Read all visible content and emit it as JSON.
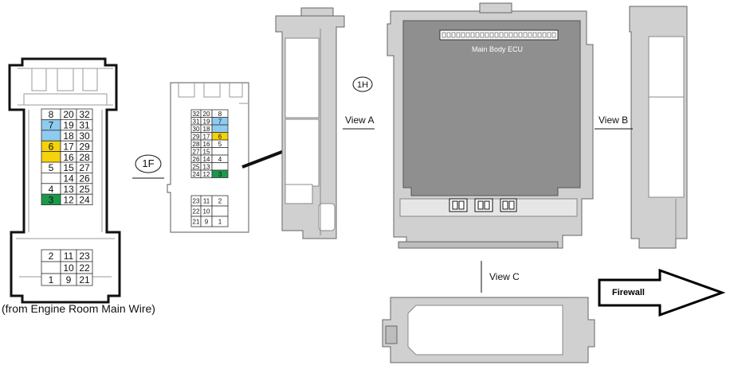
{
  "colors": {
    "yellow": "#f5d20a",
    "blue": "#8ecbf0",
    "green": "#1a9a4a",
    "gray_fill": "#d0d0d0",
    "ecu_fill": "#8f8f8f",
    "black": "#000000"
  },
  "connector_large": {
    "pins_top": [
      {
        "n": "8",
        "color": ""
      },
      {
        "n": "20",
        "color": ""
      },
      {
        "n": "32",
        "color": ""
      },
      {
        "n": "7",
        "color": "blue"
      },
      {
        "n": "19",
        "color": ""
      },
      {
        "n": "31",
        "color": ""
      },
      {
        "n": "",
        "color": "blue"
      },
      {
        "n": "18",
        "color": ""
      },
      {
        "n": "30",
        "color": ""
      },
      {
        "n": "6",
        "color": "yellow"
      },
      {
        "n": "17",
        "color": ""
      },
      {
        "n": "29",
        "color": ""
      },
      {
        "n": "",
        "color": "yellow"
      },
      {
        "n": "16",
        "color": ""
      },
      {
        "n": "28",
        "color": ""
      },
      {
        "n": "5",
        "color": ""
      },
      {
        "n": "15",
        "color": ""
      },
      {
        "n": "27",
        "color": ""
      },
      {
        "n": "",
        "color": ""
      },
      {
        "n": "14",
        "color": ""
      },
      {
        "n": "26",
        "color": ""
      },
      {
        "n": "4",
        "color": ""
      },
      {
        "n": "13",
        "color": ""
      },
      {
        "n": "25",
        "color": ""
      },
      {
        "n": "3",
        "color": "green"
      },
      {
        "n": "12",
        "color": ""
      },
      {
        "n": "24",
        "color": ""
      }
    ],
    "pins_bottom": [
      "2",
      "11",
      "23",
      "10",
      "22",
      "1",
      "9",
      "21"
    ],
    "caption": "(from Engine Room Main Wire)"
  },
  "connector_small": {
    "label": "1F",
    "pins_top": [
      "32",
      "20",
      "8",
      "31",
      "19",
      "7",
      "30",
      "18",
      "29",
      "17",
      "6",
      "28",
      "16",
      "5",
      "27",
      "15",
      "26",
      "14",
      "4",
      "25",
      "13",
      "24",
      "12",
      "3"
    ],
    "pins_bottom": [
      "23",
      "11",
      "2",
      "22",
      "10",
      "21",
      "9",
      "1"
    ]
  },
  "ecu": {
    "label": "1H",
    "title": "Main Body ECU",
    "view_a": "View A",
    "view_b": "View B",
    "view_c": "View C",
    "firewall": "Firewall"
  }
}
